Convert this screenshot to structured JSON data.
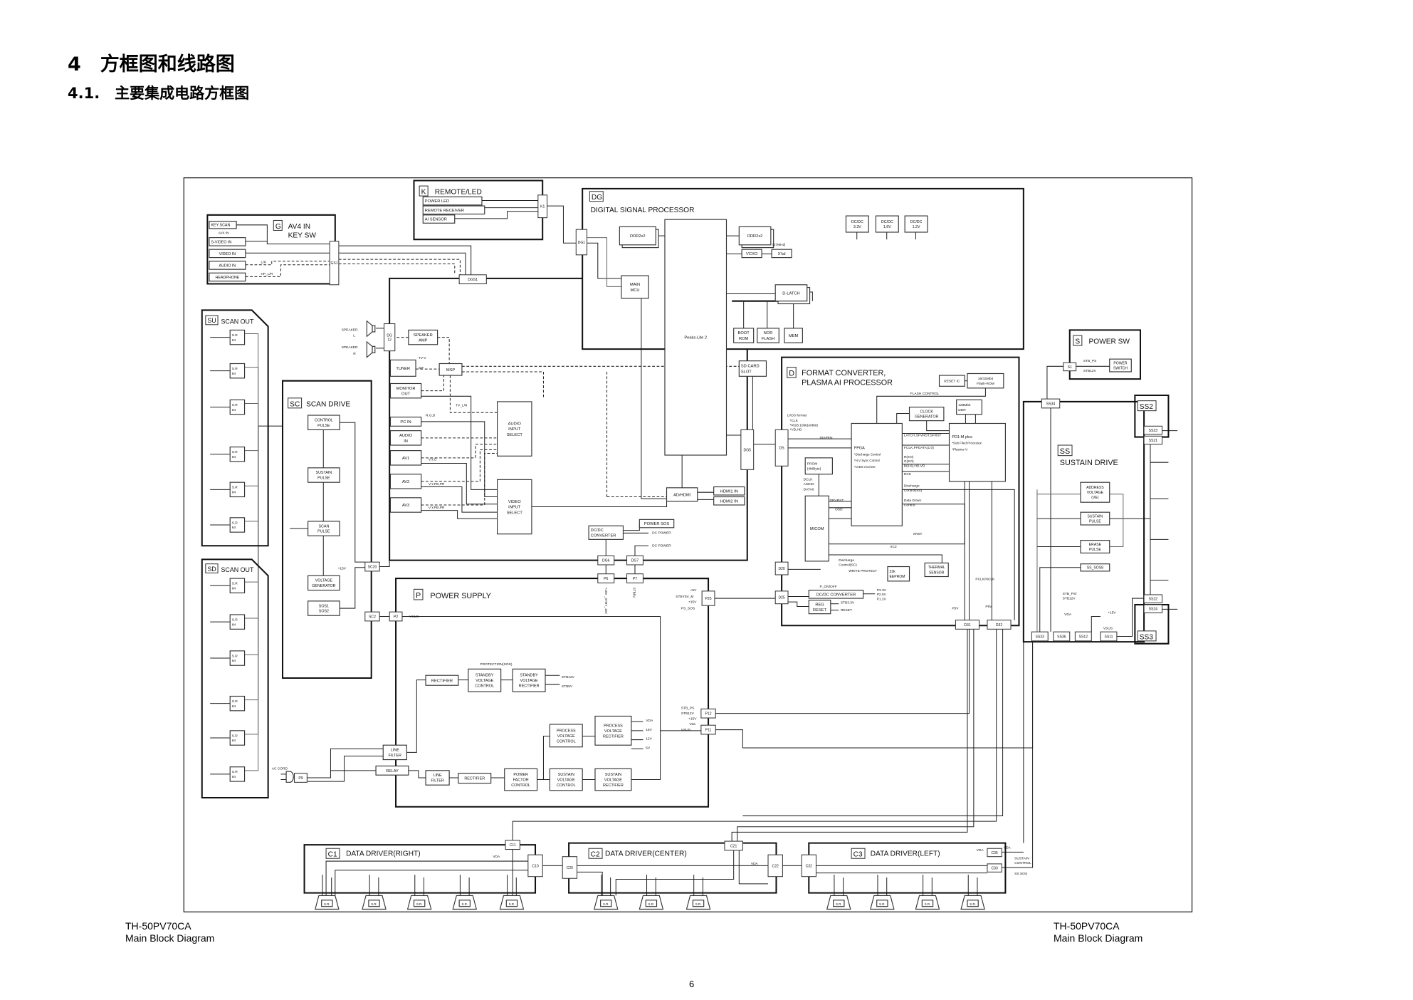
{
  "header": {
    "title": "4　方框图和线路图",
    "subtitle": "4.1.　主要集成电路方框图"
  },
  "footer": {
    "model_left": "TH-50PV70CA",
    "caption_left": "Main Block Diagram",
    "model_right": "TH-50PV70CA",
    "caption_right": "Main Block Diagram",
    "page": "6"
  },
  "boards": {
    "K": {
      "code": "K",
      "title": [
        "REMOTE/LED"
      ]
    },
    "G": {
      "code": "G",
      "title": [
        "AV4 IN",
        "KEY SW"
      ]
    },
    "DG": {
      "code": "DG",
      "title": [
        "DIGITAL SIGNAL PROCESSOR"
      ]
    },
    "SU": {
      "code": "SU",
      "title": [
        "SCAN OUT"
      ]
    },
    "SC": {
      "code": "SC",
      "title": [
        "SCAN DRIVE"
      ]
    },
    "SD": {
      "code": "SD",
      "title": [
        "SCAN OUT"
      ]
    },
    "P": {
      "code": "P",
      "title": [
        "POWER SUPPLY"
      ]
    },
    "D": {
      "code": "D",
      "title": [
        "FORMAT CONVERTER,",
        "PLASMA AI PROCESSOR"
      ]
    },
    "S": {
      "code": "S",
      "title": [
        "POWER SW"
      ]
    },
    "SS": {
      "code": "SS",
      "title": [
        "SUSTAIN DRIVE"
      ]
    },
    "SS2": {
      "code": "SS2",
      "title": []
    },
    "SS3": {
      "code": "SS3",
      "title": []
    },
    "C1": {
      "code": "C1",
      "title": [
        "DATA DRIVER(RIGHT)"
      ]
    },
    "C2": {
      "code": "C2",
      "title": [
        "DATA DRIVER(CENTER)"
      ]
    },
    "C3": {
      "code": "C3",
      "title": [
        "DATA DRIVER(LEFT)"
      ]
    }
  },
  "blocks": {
    "power_led": [
      "POWER LED"
    ],
    "remote_receiver": [
      "REMOTE RECEIVER"
    ],
    "ai_sensor": [
      "AI SENSOR"
    ],
    "key_scan": [
      "KEY SCAN"
    ],
    "s_video_in": [
      "S-VIDEO IN"
    ],
    "video_in": [
      "VIDEO IN"
    ],
    "audio_in_g": [
      "AUDIO IN"
    ],
    "headphone": [
      "HEADPHONE"
    ],
    "ddr_left": [
      "DDR2x2"
    ],
    "ddr_right": [
      "DDR2x2"
    ],
    "peaks": [
      "Peaks-Lite 2"
    ],
    "vcxo": [
      "VCXO"
    ],
    "xtal": [
      "X'tal"
    ],
    "main_mcu": [
      "MAIN",
      "MCU"
    ],
    "d_latch": [
      "D-LATCH"
    ],
    "boot_rom": [
      "BOOT",
      "ROM"
    ],
    "nor_flash": [
      "NOR",
      "FLASH"
    ],
    "mem": [
      "MEM"
    ],
    "dcdc33": [
      "DC/DC",
      "3.3V"
    ],
    "dcdc18": [
      "DC/DC",
      "1.8V"
    ],
    "dcdc12": [
      "DC/DC",
      "1.2V"
    ],
    "speaker_amp": [
      "SPEAKER",
      "AMP"
    ],
    "tuner": [
      "TUNER"
    ],
    "msp": [
      "MSP"
    ],
    "monitor_out": [
      "MONITOR",
      "OUT"
    ],
    "pc_in": [
      "PC IN"
    ],
    "audio_in": [
      "AUDIO",
      "IN"
    ],
    "av1": [
      "AV1"
    ],
    "av2": [
      "AV2"
    ],
    "av3": [
      "AV3"
    ],
    "audio_input_select": [
      "AUDIO",
      "INPUT",
      "SELECT"
    ],
    "video_input_select": [
      "VIDEO",
      "INPUT",
      "SELECT"
    ],
    "ad_hdmi": [
      "AD/HDMI"
    ],
    "hdmi1_in": [
      "HDMI1 IN"
    ],
    "hdmi2_in": [
      "HDMI2 IN"
    ],
    "sd_card_slot": [
      "SD CARD",
      "SLOT"
    ],
    "dg_dcdc": [
      "DC/DC",
      "CONVERTER"
    ],
    "power_sos": [
      "POWER SOS"
    ],
    "control_pulse": [
      "CONTROL",
      "PULSE"
    ],
    "sc_sustain_pulse": [
      "SUSTAIN",
      "PULSE"
    ],
    "scan_pulse": [
      "SCAN",
      "PULSE"
    ],
    "voltage_generator": [
      "VOLTAGE",
      "GENERATOR"
    ],
    "sos12": [
      "SOS1",
      "SOS2"
    ],
    "ps_rectifier1": [
      "RECTIFIER"
    ],
    "standby_vc": [
      "STANDBY",
      "VOLTAGE",
      "CONTROL"
    ],
    "standby_vr": [
      "STANDBY",
      "VOLTAGE",
      "RECTIFIER"
    ],
    "process_vc": [
      "PROCESS",
      "VOLTAGE",
      "CONTROL"
    ],
    "process_vr": [
      "PROCESS",
      "VOLTAGE",
      "RECTIFIER"
    ],
    "line_filter1": [
      "LINE",
      "FILTER"
    ],
    "relay": [
      "RELAY"
    ],
    "line_filter2": [
      "LINE",
      "FILTER"
    ],
    "ps_rectifier2": [
      "RECTIFIER"
    ],
    "pfc": [
      "POWER",
      "FACTOR",
      "CONTROL"
    ],
    "sustain_vc": [
      "SUSTAIN",
      "VOLTAGE",
      "CONTROL"
    ],
    "sustain_vr": [
      "SUSTAIN",
      "VOLTAGE",
      "RECTIFIER"
    ],
    "reset_ic": [
      "RESET IC"
    ],
    "flash_rom": [
      "16/32Mbit",
      "Flash-ROM"
    ],
    "clock_gen": [
      "CLOCK",
      "GENERATOR"
    ],
    "ddr128": [
      "128Mbit",
      "DDR"
    ],
    "fpga": [
      "FPGA",
      "*Discharge Control",
      "*H,V Sync Control",
      "*LVDS receiver"
    ],
    "pd1m": [
      "PD1-M plus",
      "*Sub Filed Processor",
      "*Plasma AI"
    ],
    "prom": [
      "PROM",
      "(4MByte)"
    ],
    "micom": [
      "MICOM"
    ],
    "d_dcdc": [
      "DC/DC CONVERTER"
    ],
    "reg_reset": [
      "REG",
      "RESET"
    ],
    "eeprom": [
      "32k",
      "EEPROM"
    ],
    "thermal": [
      "THERMAL",
      "SENSOR"
    ],
    "power_switch": [
      "POWER",
      "SWITCH"
    ],
    "address_voltage": [
      "ADDRESS",
      "VOLTAGE",
      "(VE)"
    ],
    "ss_sustain_pulse": [
      "SUSTAIN",
      "PULSE"
    ],
    "erase_pulse": [
      "ERASE",
      "PULSE"
    ],
    "ss_sos8": [
      "SS_SOS8"
    ],
    "sr64": [
      "S.R",
      "64"
    ],
    "sr": [
      "S.R."
    ]
  },
  "connectors": {
    "K1": "K1",
    "GS1": "GS1",
    "DG1": "DG1",
    "DGS1": "DGS1",
    "DG12": "DG\n12",
    "DG5": "DG5",
    "DG6": "DG6",
    "DG7": "DG7",
    "P6": "P6",
    "P7": "P7",
    "P2": "P2",
    "P9": "P9",
    "P11": "P11",
    "P12": "P12",
    "P25": "P25",
    "SC20": "SC20",
    "SC2": "SC2",
    "DS": "DS",
    "D20": "D20",
    "D25": "D25",
    "D31": "D31",
    "D32": "D32",
    "S1": "S1",
    "SS34": "SS34",
    "SS23": "SS23",
    "SS21": "SS21",
    "SS22": "SS22",
    "SS24": "SS24",
    "SS33": "SS33",
    "SS36": "SS36",
    "SS12": "SS12",
    "SS11": "SS11",
    "C11": "C11",
    "C10": "C10",
    "C20": "C20",
    "C21": "C21",
    "C22": "C22",
    "C32": "C32",
    "C35": "C35",
    "C33": "C33"
  },
  "signals": {
    "av4_in": "AV4 IN",
    "lr": "L/R",
    "hp_lr": "HP_L/R",
    "speaker_l": "SPEAKER",
    "l": "L",
    "speaker_r": "SPEAKER",
    "r": "R",
    "tv_v": "TV-V",
    "sif": "SIF",
    "tv_lr": "TV_L/R",
    "rgb": "R,G,B",
    "vyc": "V,Y,C",
    "vypbpr2": "V,Y,PB,PR",
    "vypbpr3": "V,Y,PB,PR",
    "mhz27": "[27MHz]",
    "dc_power1": "DC POWER",
    "dc_power2": "DC POWER",
    "plus15v_sc": "+15V",
    "p6_sig": "+15V  _STBY_15V",
    "p7_sig": "STB5V",
    "p25_5v": "+5V",
    "p25_stby": "STBY5V_M",
    "p25_15v": "+15V",
    "p25_sos": "PS_SOS",
    "vsus_p2": "VSUS",
    "protection": "PROTECTION(SOS)",
    "stb12v": "STB12V",
    "stb5v": "STB5V",
    "vda": "VDA",
    "v15": "15V",
    "v12": "12V",
    "v5": "5V",
    "ac_cord": "AC CORD",
    "p12_stb_ps": "STB_PS",
    "p12_stb12v": "STB12V",
    "p12_15v": "+15V",
    "p12_vda": "Vda",
    "p11_vsus": "VSUS",
    "flash_control": "FLASH CONTROL",
    "lvds": "LVDS format",
    "lvds_clk": "*CLK",
    "lvds_rgb": "*RGB:10bit(or8bit)",
    "lvds_vdhd": "*VD,HD",
    "dispen": "DISPEN",
    "latch": "LATCH,SFVRST,SFRST",
    "fclk": "FCLK,FPDATA(1:0)",
    "r90": "R(9:0)",
    "g90": "G(9:0)",
    "b90": "B(9:0),HD,VD",
    "dck": "DCK",
    "dis_ss": "Discharge",
    "dis_ss2": "Control(SS)",
    "ddc": "Data Driver",
    "ddc2": "Control",
    "dclk": "DCLK",
    "asdio": "ASDIO",
    "data0": "DATA0",
    "drvrst": "DRVRST",
    "osd": "OSD",
    "xrst": "XRST",
    "iic2": "IIC2",
    "dis_sc": "Discharge",
    "dis_sc2": "Control(SC)",
    "write_protect": "WRITE PROTECT",
    "p_onoff": "P_ON/OFF",
    "p33": "P3.3V",
    "p25v": "P2.5V",
    "p12v": "P1.2V",
    "stb33": "STB3.3V",
    "reset": "RESET",
    "pclk": "PCLK/NCLK",
    "p5v_1": "P5V",
    "p5v_2": "P5V",
    "s_stb_ps": "STB_PS",
    "s_stb12v": "STB12V",
    "ss_stb": "STB_PS/",
    "ss_stb2": "STB12V",
    "ss_vda": "VDA",
    "ss_15v": "+15V",
    "ss_vsus": "VSUS",
    "c1_vda": "VDA",
    "c2_vda": "VDA",
    "c3_vda": "VDA",
    "c35_vda": "VDA",
    "sustain_control": "SUSTAIN",
    "sustain_control2": "CONTROL",
    "ss_sos": "SS SOS"
  }
}
